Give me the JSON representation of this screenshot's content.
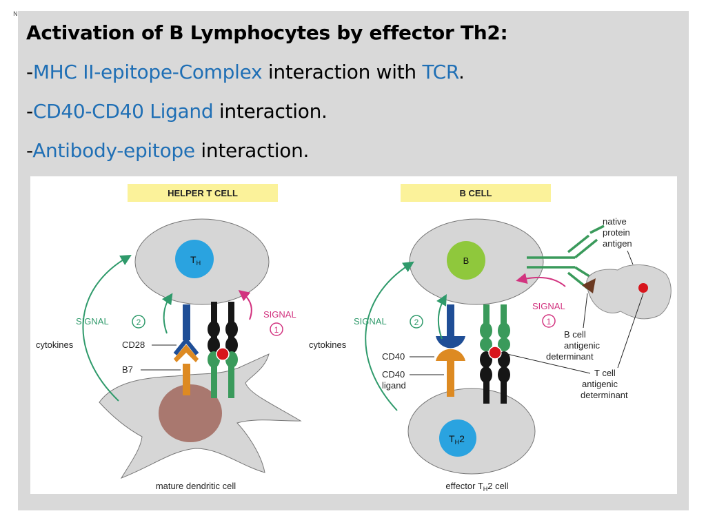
{
  "corner_mark": "N",
  "slide": {
    "title": "Activation of B Lymphocytes by effector Th2:",
    "bullets": [
      {
        "dash": "-",
        "term": "MHC II-epitope-Complex",
        "rest": " interaction with ",
        "term2": "TCR",
        "end": "."
      },
      {
        "dash": "-",
        "term": "CD40-CD40 Ligand",
        "rest": " interaction."
      },
      {
        "dash": "-",
        "term": "Antibody-epitope",
        "rest": " interaction."
      }
    ]
  },
  "diagram": {
    "left_header": "HELPER T CELL",
    "right_header": "B CELL",
    "th_label": "T",
    "th_sub": "H",
    "b_label": "B",
    "th2_label": "T",
    "th2_sub": "H",
    "th2_suffix": "2",
    "signal_word": "SIGNAL",
    "signal_1": "1",
    "signal_2": "2",
    "cytokines": "cytokines",
    "cd28": "CD28",
    "b7": "B7",
    "cd40": "CD40",
    "cd40_ligand_1": "CD40",
    "cd40_ligand_2": "ligand",
    "native_1": "native",
    "native_2": "protein",
    "native_3": "antigen",
    "bcell_det_1": "B cell",
    "bcell_det_2": "antigenic",
    "bcell_det_3": "determinant",
    "tcell_det_1": "T cell",
    "tcell_det_2": "antigenic",
    "tcell_det_3": "determinant",
    "dendritic_caption": "mature dendritic cell",
    "effector_caption_1": "effector T",
    "effector_caption_sub": "H",
    "effector_caption_2": "2 cell",
    "colors": {
      "header_yellow": "#fbf29a",
      "cell_gray": "#d6d6d6",
      "th_blue": "#2aa3e0",
      "b_green": "#8fc83c",
      "receptor_blue": "#1f4e96",
      "ligand_orange": "#dd8a22",
      "tcr_green": "#3a9a5b",
      "mhc_black": "#161616",
      "epitope_red": "#d7151c",
      "signal_magenta": "#d2337f",
      "cytokine_green": "#2f9a6b",
      "nucleus_brown": "#a9786f"
    }
  }
}
